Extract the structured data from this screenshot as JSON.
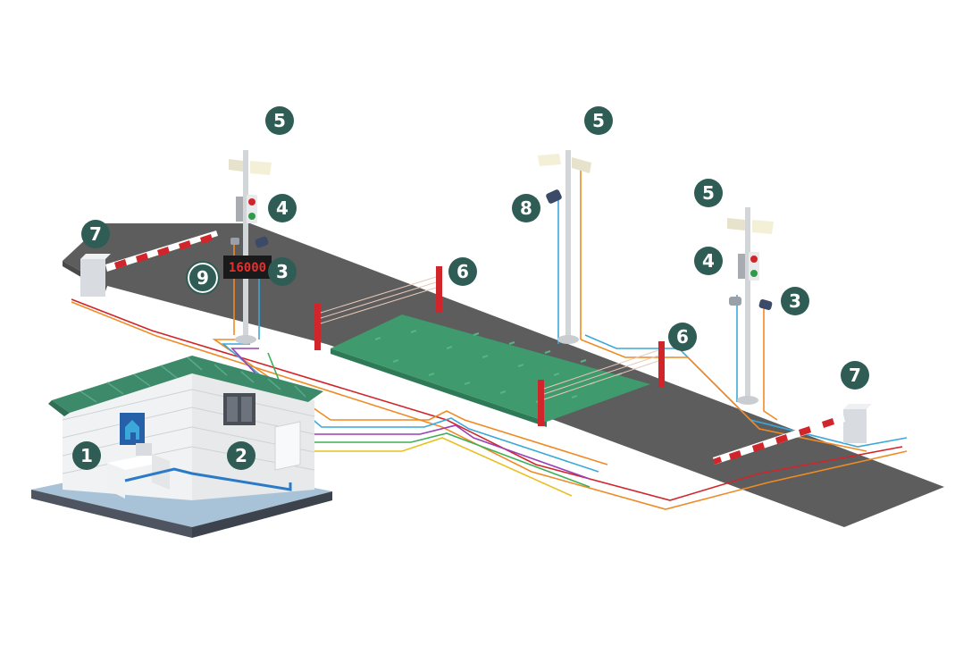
{
  "scale_display": {
    "value": "16000"
  },
  "markers": [
    {
      "id": "m1",
      "label": "1"
    },
    {
      "id": "m2",
      "label": "2"
    },
    {
      "id": "m3a",
      "label": "3"
    },
    {
      "id": "m3b",
      "label": "3"
    },
    {
      "id": "m4a",
      "label": "4"
    },
    {
      "id": "m4b",
      "label": "4"
    },
    {
      "id": "m5a",
      "label": "5"
    },
    {
      "id": "m5b",
      "label": "5"
    },
    {
      "id": "m5c",
      "label": "5"
    },
    {
      "id": "m6a",
      "label": "6"
    },
    {
      "id": "m6b",
      "label": "6"
    },
    {
      "id": "m7a",
      "label": "7"
    },
    {
      "id": "m7b",
      "label": "7"
    },
    {
      "id": "m8",
      "label": "8"
    },
    {
      "id": "m9",
      "label": "9"
    }
  ],
  "colors": {
    "marker": "#2f5d55",
    "road": "#5d5d5d",
    "weighbridge": "#3f9a6e",
    "roof": "#3c8a6a",
    "barrier_red": "#d0262b",
    "sensor_post": "#d0262b"
  },
  "icons": [
    "booth-icon",
    "computer-icon",
    "control-cabinet-icon",
    "camera-icon",
    "traffic-light-icon",
    "floodlight-icon",
    "barrier-gate-icon",
    "infrared-sensor-icon",
    "display-board-icon"
  ]
}
